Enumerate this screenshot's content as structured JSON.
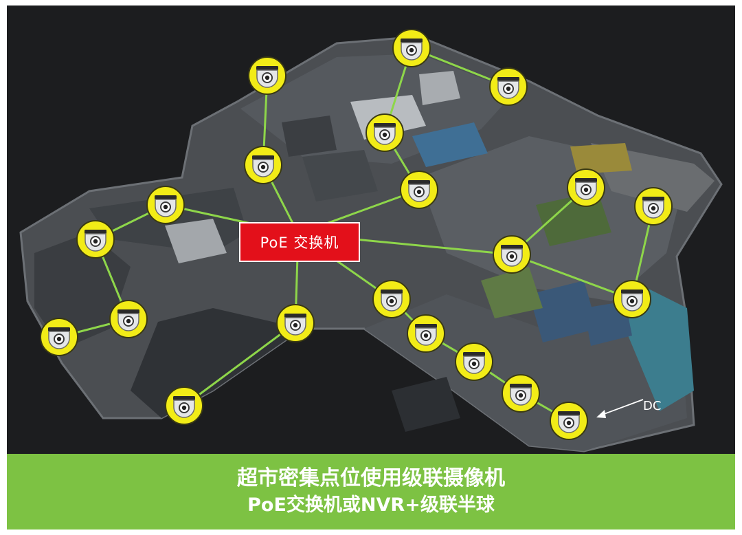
{
  "diagram": {
    "switch_label": "PoE 交换机",
    "dc_label": "DC",
    "camera_icon": "dome-camera-icon",
    "colors": {
      "camera_fill": "#f2ec17",
      "camera_ring": "#3a3a12",
      "link": "#8ed64a",
      "switch": "#e3101a",
      "banner": "#7dc243",
      "background": "#1c1d1f"
    }
  },
  "banner": {
    "title": "超市密集点位使用级联摄像机",
    "subtitle": "PoE交换机或NVR+级联半球"
  }
}
